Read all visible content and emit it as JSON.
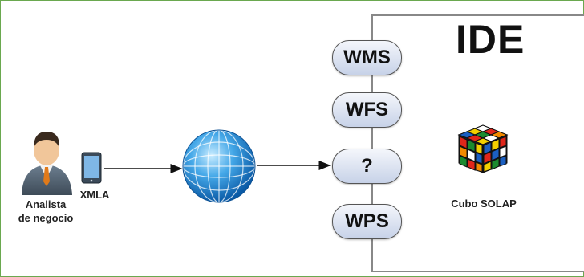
{
  "ide": {
    "title": "IDE"
  },
  "services": [
    {
      "label": "WMS"
    },
    {
      "label": "WFS"
    },
    {
      "label": "?"
    },
    {
      "label": "WPS"
    }
  ],
  "actor": {
    "label_line1": "Analista",
    "label_line2": "de negocio"
  },
  "device": {
    "label": "XMLA"
  },
  "cube": {
    "label": "Cubo SOLAP"
  },
  "icons": [
    "user-icon",
    "tablet-icon",
    "globe-icon",
    "rubiks-cube-icon"
  ]
}
